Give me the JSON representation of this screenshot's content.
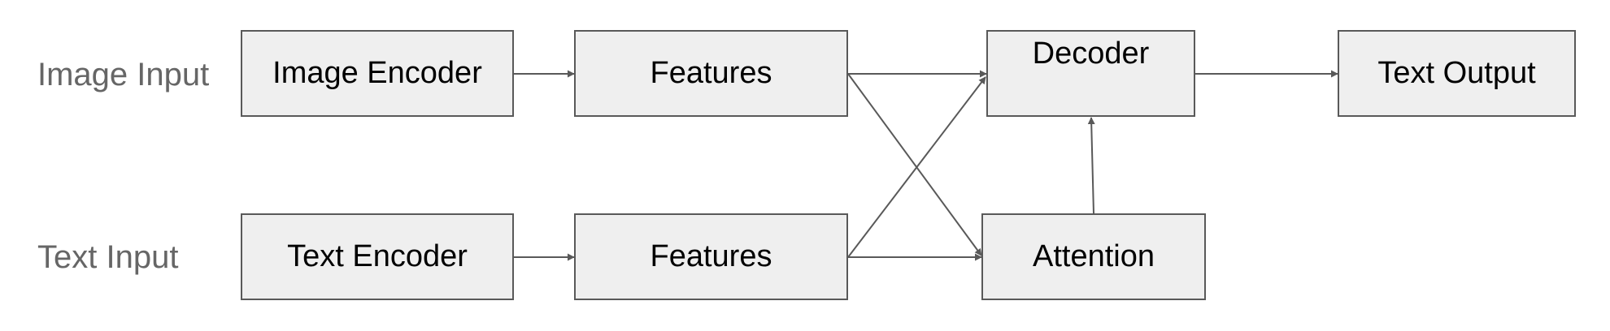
{
  "rows": {
    "image_input": "Image Input",
    "text_input": "Text Input"
  },
  "nodes": {
    "image_encoder": "Image Encoder",
    "image_features": "Features",
    "decoder": "Decoder",
    "text_output": "Text Output",
    "text_encoder": "Text Encoder",
    "text_features": "Features",
    "attention": "Attention"
  },
  "edges": [
    {
      "from": "image_encoder",
      "to": "image_features"
    },
    {
      "from": "image_features",
      "to": "decoder"
    },
    {
      "from": "image_features",
      "to": "attention"
    },
    {
      "from": "decoder",
      "to": "text_output"
    },
    {
      "from": "text_encoder",
      "to": "text_features"
    },
    {
      "from": "text_features",
      "to": "decoder"
    },
    {
      "from": "text_features",
      "to": "attention"
    },
    {
      "from": "attention",
      "to": "decoder"
    }
  ],
  "colors": {
    "node_fill": "#efefef",
    "node_border": "#595959",
    "edge": "#595959",
    "row_label": "#666666"
  }
}
